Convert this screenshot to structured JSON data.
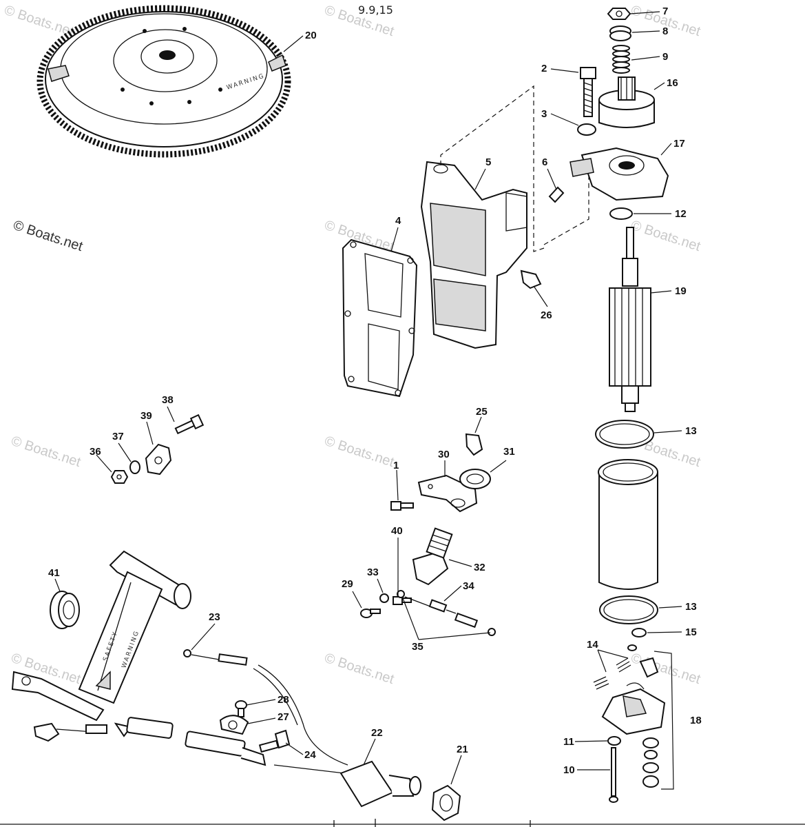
{
  "header_label": "9.9,15",
  "watermark_text": "© Boats.net",
  "flywheel_text": "WARNING",
  "handle_text_a": "SAFETY",
  "handle_text_b": "WARNING",
  "part_numbers": {
    "p1": "1",
    "p2": "2",
    "p3": "3",
    "p4": "4",
    "p5": "5",
    "p6": "6",
    "p7": "7",
    "p8": "8",
    "p9": "9",
    "p10": "10",
    "p11": "11",
    "p12": "12",
    "p13a": "13",
    "p13b": "13",
    "p14": "14",
    "p15": "15",
    "p16": "16",
    "p17": "17",
    "p18": "18",
    "p19": "19",
    "p20": "20",
    "p21": "21",
    "p22": "22",
    "p23": "23",
    "p24": "24",
    "p25": "25",
    "p26": "26",
    "p27": "27",
    "p28": "28",
    "p29": "29",
    "p30": "30",
    "p31": "31",
    "p32": "32",
    "p33": "33",
    "p34": "34",
    "p35": "35",
    "p36": "36",
    "p37": "37",
    "p38": "38",
    "p39": "39",
    "p40": "40",
    "p41": "41"
  },
  "colors": {
    "line": "#111111",
    "watermark": "#c9c9c9",
    "background": "#ffffff"
  }
}
